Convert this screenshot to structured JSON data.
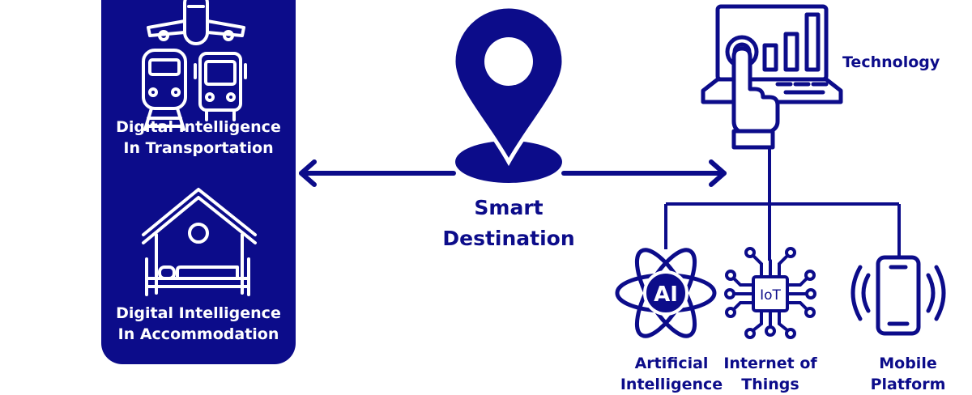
{
  "colors": {
    "primary": "#0c0c8a",
    "background": "#ffffff",
    "panel_text": "#ffffff"
  },
  "panel": {
    "transport": {
      "line1": "Digital Intelligence",
      "line2": "In Transportation",
      "icons": [
        "airplane-icon",
        "train-icon",
        "bus-icon"
      ]
    },
    "accommodation": {
      "line1": "Digital Intelligence",
      "line2": "In Accommodation",
      "icon": "house-bed-icon"
    }
  },
  "hub": {
    "line1": "Smart",
    "line2": "Destination",
    "icon": "location-pin-icon"
  },
  "technology": {
    "label": "Technology",
    "icon": "laptop-touch-chart-icon"
  },
  "leaves": [
    {
      "line1": "Artificial",
      "line2": "Intelligence",
      "icon": "ai-atom-icon",
      "icon_text": "AI"
    },
    {
      "line1": "Internet of",
      "line2": "Things",
      "icon": "iot-chip-icon",
      "icon_text": "IoT"
    },
    {
      "line1": "Mobile",
      "line2": "Platform",
      "icon": "mobile-phone-icon"
    }
  ]
}
